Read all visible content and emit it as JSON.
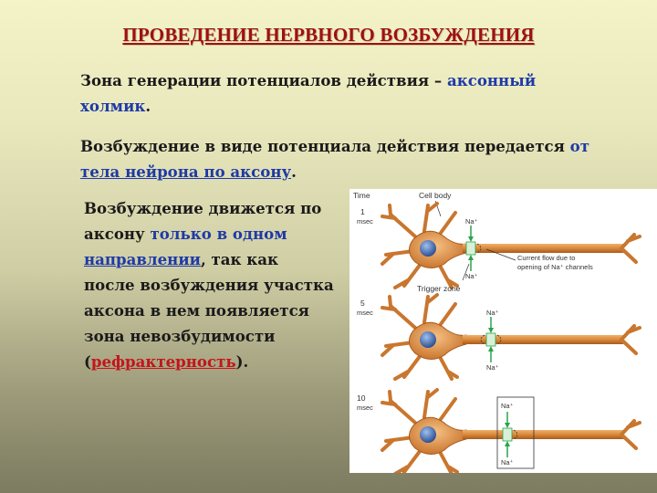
{
  "title": "ПРОВЕДЕНИЕ НЕРВНОГО ВОЗБУЖДЕНИЯ",
  "paragraph1": {
    "line1_plain": "Зона генерации потенциалов действия – ",
    "line1_blue": "аксонный",
    "line2_blue": "холмик",
    "line2_end": "."
  },
  "paragraph2": {
    "line1_plain": "Возбуждение в виде потенциала действия передается ",
    "line1_blue": "от",
    "line2_blue": "тела нейрона по аксону",
    "line2_end": "."
  },
  "paragraph3": {
    "l1": "Возбуждение движется по",
    "l2_plain": "аксону ",
    "l2_blue": "только в одном",
    "l3_blue": "направлении",
    "l3_plain": ", так как",
    "l4": "после возбуждения участка",
    "l5": "аксона в нем появляется",
    "l6": "зона невозбудимости",
    "l7_open": "(",
    "l7_red": "рефрактерность",
    "l7_close": ")."
  },
  "diagram": {
    "time_header": "Time",
    "cell_body": "Cell body",
    "trigger_zone": "Trigger zone",
    "current_flow_l1": "Current flow due to",
    "current_flow_l2": "opening of Na⁺ channels",
    "na_label": "Na⁺",
    "panels": [
      {
        "time": "1",
        "unit": "msec"
      },
      {
        "time": "5",
        "unit": "msec"
      },
      {
        "time": "10",
        "unit": "msec"
      }
    ],
    "colors": {
      "axon": "#d9893c",
      "axon_dark": "#a85a1c",
      "nucleus": "#4a73b5",
      "channel": "#2aa34a",
      "title": "#a01010",
      "blue_text": "#1e3aa8",
      "red_text": "#c4141c"
    }
  }
}
